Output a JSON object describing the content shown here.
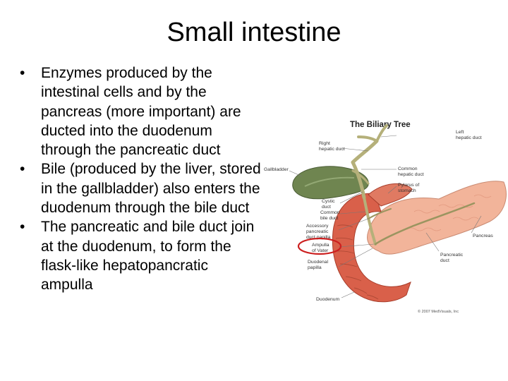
{
  "slide": {
    "title": "Small intestine",
    "bullets": [
      "Enzymes produced by the intestinal cells and by the pancreas (more important) are ducted into the duodenum through the pancreatic duct",
      "Bile (produced by the liver, stored in the gallbladder) also enters the duodenum through the bile duct",
      "The pancreatic and bile duct join at the duodenum, to form the flask-like hepatopancratic ampulla"
    ],
    "bullet_glyph": "•"
  },
  "figure": {
    "title": "The Biliary Tree",
    "labels": {
      "right_hepatic_1": "Right",
      "right_hepatic_2": "hepatic duct",
      "left_hepatic_1": "Left",
      "left_hepatic_2": "hepatic duct",
      "gallbladder": "Gallbladder",
      "common_hepatic_1": "Common",
      "common_hepatic_2": "hepatic duct",
      "pylorus_1": "Pylorus of",
      "pylorus_2": "stomach",
      "cystic_1": "Cystic",
      "cystic_2": "duct",
      "common_bile_1": "Common",
      "common_bile_2": "bile duct",
      "accessory_1": "Accessory",
      "accessory_2": "pancreatic",
      "accessory_3": "duct papilla",
      "ampulla_1": "Ampulla",
      "ampulla_2": "of Vater",
      "pancreas": "Pancreas",
      "duodenal_1": "Duodenal",
      "duodenal_2": "papilla",
      "pancreatic_duct_1": "Pancreatic",
      "pancreatic_duct_2": "duct",
      "duodenum": "Duodenum",
      "copyright": "© 2007 MedVisuals, Inc"
    },
    "colors": {
      "highlight_ring": "#cc1f1f",
      "duodenum": "#d9604a",
      "pancreas": "#f2b49a",
      "gallbladder": "#6f8550",
      "ducts": "#b5b07a"
    }
  }
}
